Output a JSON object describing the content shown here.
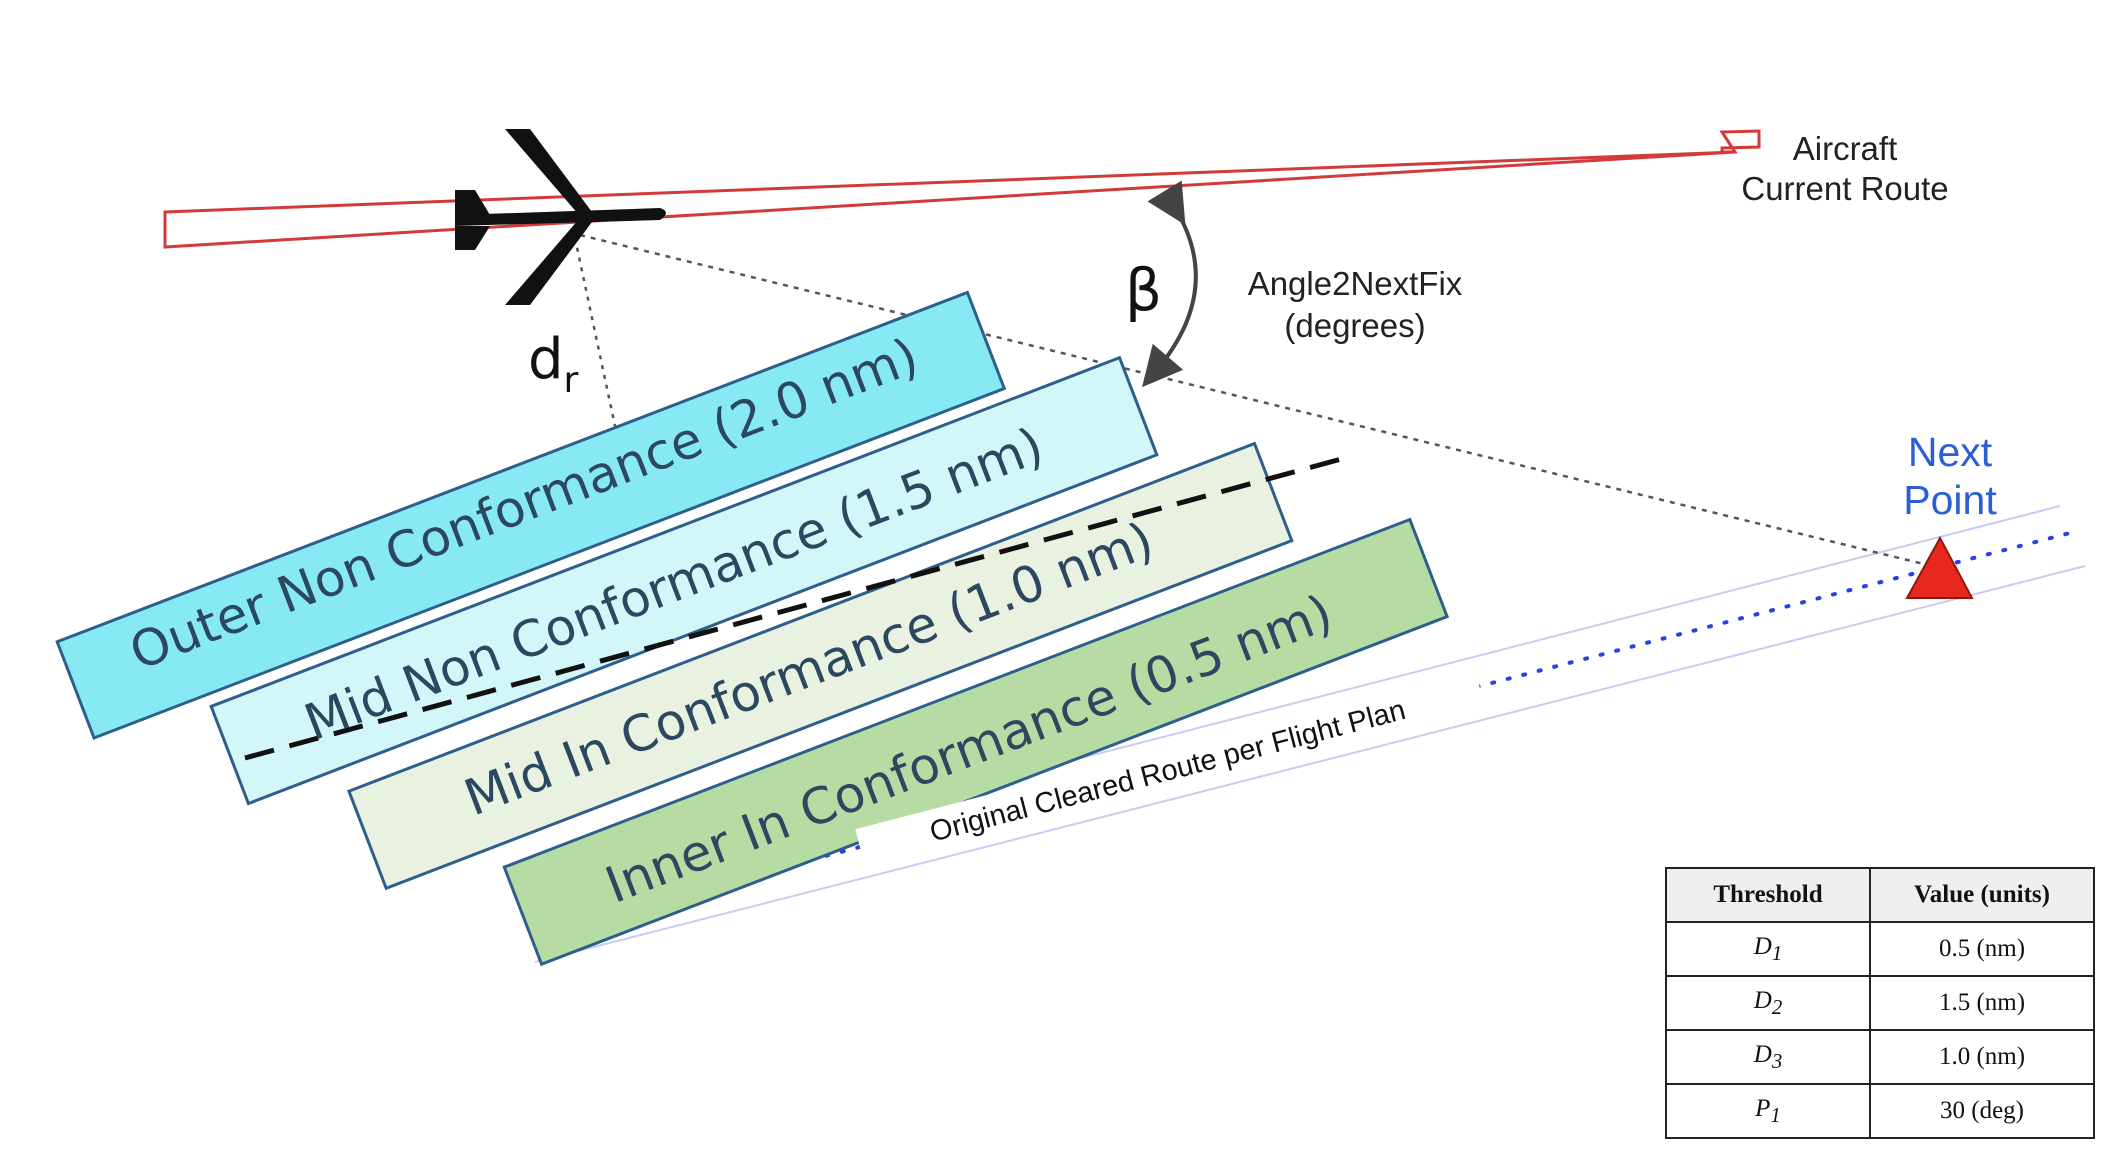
{
  "labels": {
    "current_route": [
      "Aircraft",
      "Current Route"
    ],
    "beta_symbol": "β",
    "angle": [
      "Angle2NextFix",
      "(degrees)"
    ],
    "dr_main": "d",
    "dr_sub": "r",
    "next_point": [
      "Next",
      "Point"
    ],
    "cleared_route": "Original Cleared Route per Flight Plan"
  },
  "bands": [
    {
      "label": "Outer Non Conformance (2.0 nm)",
      "fill": "#86e9f3"
    },
    {
      "label": "Mid Non Conformance (1.5 nm)",
      "fill": "#d3f6f9"
    },
    {
      "label": "Mid In Conformance (1.0 nm)",
      "fill": "#e9f1e1"
    },
    {
      "label": "Inner In Conformance (0.5 nm)",
      "fill": "#b7dca3"
    }
  ],
  "colors": {
    "route_outline": "#d33a3a",
    "band_border": "#2e5f8c",
    "cleared_route_dots": "#2a3fe8",
    "next_point_fill": "#e8281e",
    "next_point_text": "#2a5fd6"
  },
  "icons": {
    "aircraft": "airplane-icon",
    "next_point": "triangle-icon"
  },
  "table": {
    "headers": [
      "Threshold",
      "Value (units)"
    ],
    "rows": [
      {
        "symbol": "D",
        "sub": "1",
        "value": "0.5 (nm)"
      },
      {
        "symbol": "D",
        "sub": "2",
        "value": "1.5 (nm)"
      },
      {
        "symbol": "D",
        "sub": "3",
        "value": "1.0 (nm)"
      },
      {
        "symbol": "P",
        "sub": "1",
        "value": "30 (deg)"
      }
    ]
  }
}
